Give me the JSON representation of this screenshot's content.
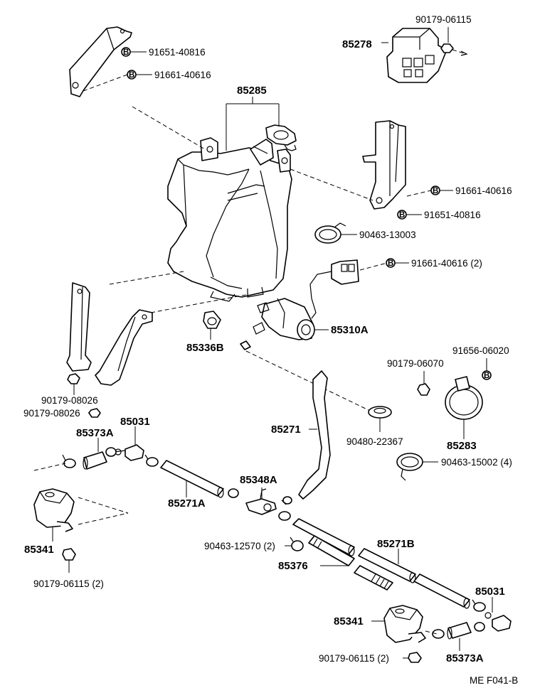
{
  "labels": {
    "p_90179_06115_top": "90179-06115",
    "p_85278": "85278",
    "p_91651_40816_top": "91651-40816",
    "p_91661_40616_top": "91661-40616",
    "p_85285": "85285",
    "p_91661_40616_right": "91661-40616",
    "p_91651_40816_right": "91651-40816",
    "p_90463_13003": "90463-13003",
    "p_91661_40616_2": "91661-40616 (2)",
    "p_85336B": "85336B",
    "p_85310A": "85310A",
    "p_91656_06020": "91656-06020",
    "p_90179_06070": "90179-06070",
    "p_90179_08026_a": "90179-08026",
    "p_90179_08026_b": "90179-08026",
    "p_85031_left": "85031",
    "p_85373A_left": "85373A",
    "p_85271": "85271",
    "p_90480_22367": "90480-22367",
    "p_85283": "85283",
    "p_90463_15002": "90463-15002 (4)",
    "p_85348A": "85348A",
    "p_85271A": "85271A",
    "p_85341_left": "85341",
    "p_90463_12570": "90463-12570 (2)",
    "p_85271B": "85271B",
    "p_85376": "85376",
    "p_90179_06115_2_left": "90179-06115 (2)",
    "p_85031_right": "85031",
    "p_85341_right": "85341",
    "p_90179_06115_2_bottom": "90179-06115 (2)",
    "p_85373A_right": "85373A",
    "code": "ME F041-B"
  }
}
